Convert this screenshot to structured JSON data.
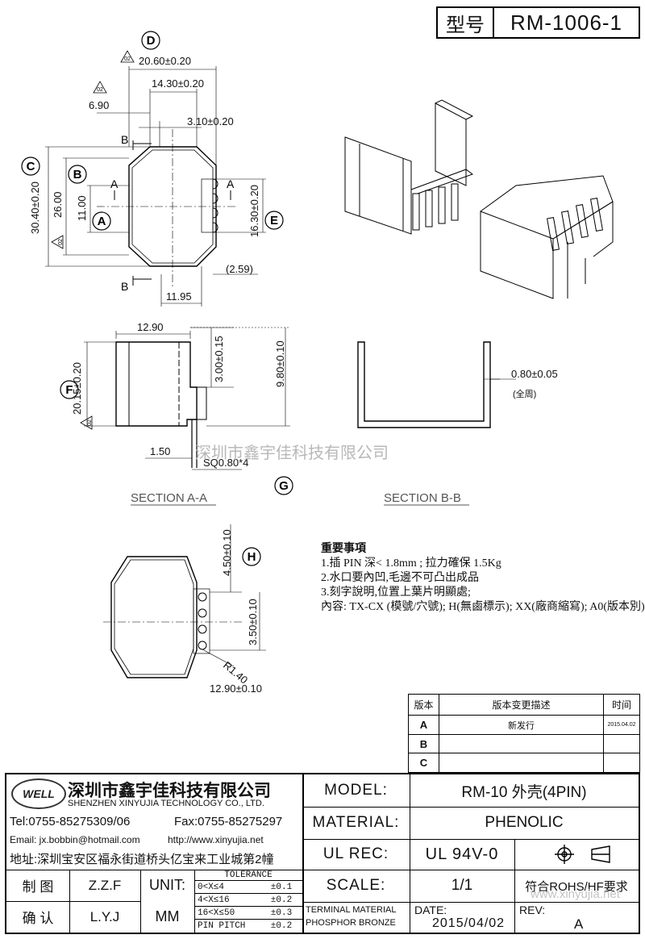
{
  "header": {
    "type_label": "型号",
    "model_code": "RM-1006-1"
  },
  "drawing": {
    "circle_labels": [
      "D",
      "C",
      "B",
      "A",
      "E",
      "F",
      "G",
      "H"
    ],
    "section_labels": [
      "A",
      "A",
      "B",
      "B"
    ],
    "rev_marks": [
      "02",
      "02",
      "02",
      "02"
    ],
    "dims_top": [
      "20.60±0.20",
      "14.30±0.20",
      "6.90",
      "3.10±0.20",
      "30.40±0.20",
      "26.00",
      "11.00",
      "16.30±0.20",
      "(2.59)",
      "11.95"
    ],
    "dims_side": [
      "12.90",
      "3.00±0.15",
      "9.80±0.10",
      "20.15±0.20",
      "1.50",
      "SQ0.80*4"
    ],
    "dims_bb": [
      "0.80±0.05",
      "(全周)"
    ],
    "dims_bottom": [
      "4.50±0.10",
      "3.50±0.10",
      "R1.40",
      "12.90±0.10"
    ],
    "section_aa": "SECTION A-A",
    "section_bb": "SECTION B-B",
    "watermark": "深圳市鑫宇佳科技有限公司"
  },
  "notes": {
    "title": "重要事項",
    "items": [
      "1.插 PIN 深< 1.8mm ; 拉力確保 1.5Kg",
      "2.水口要內凹,毛邊不可凸出成品",
      "3.刻字說明,位置上葉片明顯處;",
      "內容: TX-CX (模號/穴號); H(無鹵標示); XX(廠商縮寫); A0(版本別)"
    ]
  },
  "revision": {
    "headers": [
      "版本",
      "版本变更描述",
      "时间"
    ],
    "rows": [
      {
        "ver": "A",
        "desc": "新发行",
        "date": "2015.04.02"
      },
      {
        "ver": "B",
        "desc": "",
        "date": ""
      },
      {
        "ver": "C",
        "desc": "",
        "date": ""
      }
    ]
  },
  "company": {
    "logo_text": "WELL",
    "name_cn": "深圳市鑫宇佳科技有限公司",
    "name_en": "SHENZHEN XINYUJIA TECHNOLOGY CO., LTD.",
    "tel": "Tel:0755-85275309/06",
    "fax": "Fax:0755-85275297",
    "email": "Email: jx.bobbin@hotmail.com",
    "web": "http://www.xinyujia.net",
    "address": "地址:深圳宝安区福永街道桥头亿宝来工业城第2幢"
  },
  "title_block": {
    "model_label": "MODEL:",
    "model_value": "RM-10 外壳(4PIN)",
    "material_label": "MATERIAL:",
    "material_value": "PHENOLIC",
    "ulrec_label": "UL REC:",
    "ulrec_value": "UL 94V-0",
    "scale_label": "SCALE:",
    "scale_value": "1/1",
    "rohs": "符合ROHS/HF要求",
    "terminal_label_1": "TERMINAL MATERIAL",
    "terminal_label_2": "PHOSPHOR BRONZE",
    "date_label": "DATE:",
    "date_value": "2015/04/02",
    "rev_label": "REV:",
    "rev_value": "A",
    "drawn_label": "制 图",
    "drawn_value": "Z.Z.F",
    "checked_label": "确 认",
    "checked_value": "L.Y.J",
    "unit_label": "UNIT:",
    "unit_value": "MM",
    "tolerance_title": "TOLERANCE",
    "tolerance_rows": [
      {
        "range": "0<X≤4",
        "tol": "±0.1"
      },
      {
        "range": "4<X≤16",
        "tol": "±0.2"
      },
      {
        "range": "16<X≤50",
        "tol": "±0.3"
      },
      {
        "range": "PIN PITCH",
        "tol": "±0.2"
      }
    ],
    "site_watermark": "www.xinyujia.net"
  }
}
